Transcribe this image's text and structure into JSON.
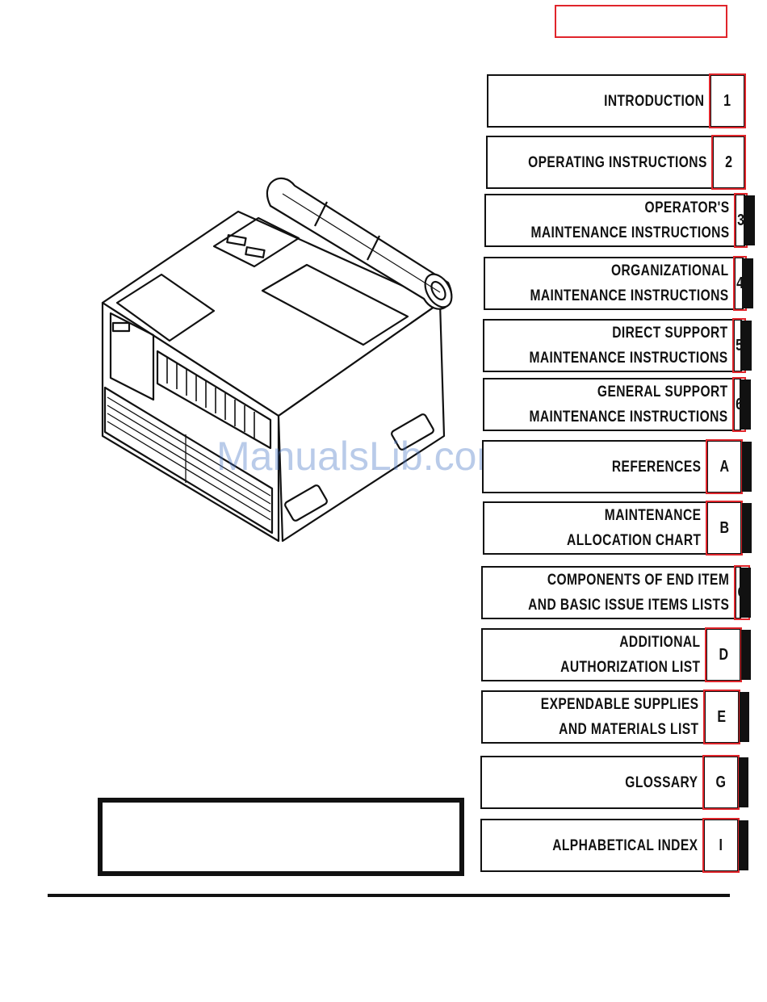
{
  "watermark": "ManualsLib.com",
  "tabs": [
    {
      "lines": [
        "INTRODUCTION"
      ],
      "num": "1"
    },
    {
      "lines": [
        "OPERATING  INSTRUCTIONS"
      ],
      "num": "2"
    },
    {
      "lines": [
        "OPERATOR'S",
        "MAINTENANCE INSTRUCTIONS"
      ],
      "num": "3"
    },
    {
      "lines": [
        "ORGANIZATIONAL",
        "MAINTENANCE INSTRUCTIONS"
      ],
      "num": "4"
    },
    {
      "lines": [
        "DIRECT SUPPORT",
        "MAINTENANCE INSTRUCTIONS"
      ],
      "num": "5"
    },
    {
      "lines": [
        "GENERAL SUPPORT",
        "MAINTENANCE  INSTRUCTIONS"
      ],
      "num": "6"
    },
    {
      "lines": [
        "REFERENCES"
      ],
      "num": "A"
    },
    {
      "lines": [
        "MAINTENANCE",
        "ALLOCATION CHART"
      ],
      "num": "B"
    },
    {
      "lines": [
        "COMPONENTS OF END ITEM",
        "AND BASIC ISSUE ITEMS LISTS"
      ],
      "num": "C"
    },
    {
      "lines": [
        "ADDITIONAL",
        "AUTHORIZATION LIST"
      ],
      "num": "D"
    },
    {
      "lines": [
        "EXPENDABLE SUPPLIES",
        "AND  MATERIALS LIST"
      ],
      "num": "E"
    },
    {
      "lines": [
        "GLOSSARY"
      ],
      "num": "G"
    },
    {
      "lines": [
        "ALPHABETICAL  INDEX"
      ],
      "num": "I"
    }
  ]
}
